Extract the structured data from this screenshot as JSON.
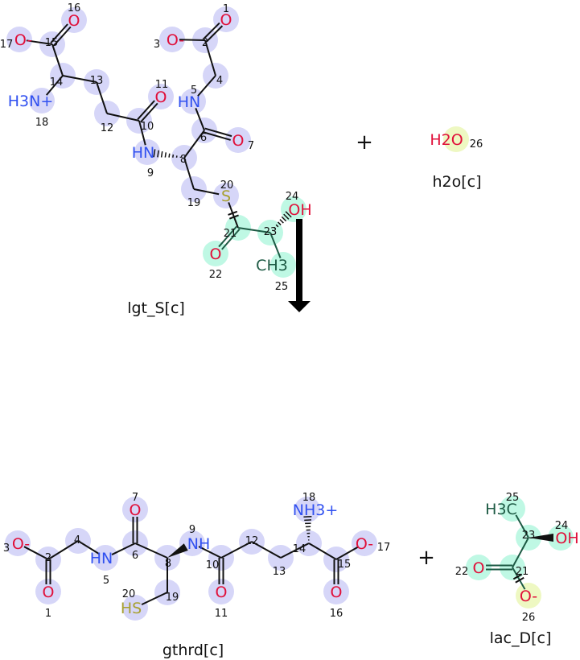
{
  "reaction": {
    "plus_sign": "+",
    "highlight_colors": {
      "blue": "#d6d6f8",
      "green": "#bff8e4",
      "yellow": "#eef8c2"
    },
    "element_colors": {
      "O": "#e0103a",
      "N": "#3050f0",
      "S": "#a8a030",
      "C": "#111111",
      "H": "#111111"
    }
  },
  "molecules": [
    {
      "name": "lgt_S[c]",
      "atoms": [
        {
          "n": "1",
          "label": "O"
        },
        {
          "n": "2",
          "label": ""
        },
        {
          "n": "3",
          "label": "O-"
        },
        {
          "n": "4",
          "label": ""
        },
        {
          "n": "5",
          "label": "HN"
        },
        {
          "n": "6",
          "label": ""
        },
        {
          "n": "7",
          "label": "O"
        },
        {
          "n": "8",
          "label": ""
        },
        {
          "n": "9",
          "label": "HN"
        },
        {
          "n": "10",
          "label": ""
        },
        {
          "n": "11",
          "label": "O"
        },
        {
          "n": "12",
          "label": ""
        },
        {
          "n": "13",
          "label": ""
        },
        {
          "n": "14",
          "label": ""
        },
        {
          "n": "15",
          "label": ""
        },
        {
          "n": "16",
          "label": "O"
        },
        {
          "n": "17",
          "label": "O-"
        },
        {
          "n": "18",
          "label": "H3N+"
        },
        {
          "n": "19",
          "label": ""
        },
        {
          "n": "20",
          "label": "S"
        },
        {
          "n": "21",
          "label": ""
        },
        {
          "n": "22",
          "label": "O"
        },
        {
          "n": "23",
          "label": ""
        },
        {
          "n": "24",
          "label": "OH"
        },
        {
          "n": "25",
          "label": "CH3"
        }
      ]
    },
    {
      "name": "h2o[c]",
      "atoms": [
        {
          "n": "26",
          "label": "H2O"
        }
      ]
    },
    {
      "name": "gthrd[c]",
      "atoms": [
        {
          "n": "1",
          "label": "O"
        },
        {
          "n": "2",
          "label": ""
        },
        {
          "n": "3",
          "label": "O-"
        },
        {
          "n": "4",
          "label": ""
        },
        {
          "n": "5",
          "label": "HN"
        },
        {
          "n": "6",
          "label": ""
        },
        {
          "n": "7",
          "label": "O"
        },
        {
          "n": "8",
          "label": ""
        },
        {
          "n": "9",
          "label": "NH"
        },
        {
          "n": "10",
          "label": ""
        },
        {
          "n": "11",
          "label": "O"
        },
        {
          "n": "12",
          "label": ""
        },
        {
          "n": "13",
          "label": ""
        },
        {
          "n": "14",
          "label": ""
        },
        {
          "n": "15",
          "label": ""
        },
        {
          "n": "16",
          "label": "O"
        },
        {
          "n": "17",
          "label": "O-"
        },
        {
          "n": "18",
          "label": "NH3+"
        },
        {
          "n": "19",
          "label": ""
        },
        {
          "n": "20",
          "label": "HS"
        }
      ]
    },
    {
      "name": "lac_D[c]",
      "atoms": [
        {
          "n": "25",
          "label": "H3C"
        },
        {
          "n": "23",
          "label": ""
        },
        {
          "n": "24",
          "label": "OH"
        },
        {
          "n": "21",
          "label": ""
        },
        {
          "n": "22",
          "label": "O"
        },
        {
          "n": "26",
          "label": "O-"
        }
      ]
    }
  ]
}
